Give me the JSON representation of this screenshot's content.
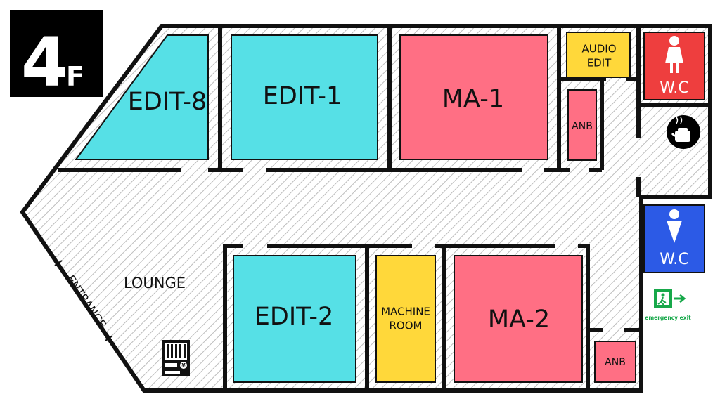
{
  "floor": {
    "number": "4",
    "suffix": "F"
  },
  "rooms": {
    "edit8": "EDIT-8",
    "edit1": "EDIT-1",
    "ma1": "MA-1",
    "audio_edit_line1": "AUDIO",
    "audio_edit_line2": "EDIT",
    "anb_top": "ANB",
    "edit2": "EDIT-2",
    "machine_room_line1": "MACHINE",
    "machine_room_line2": "ROOM",
    "ma2": "MA-2",
    "anb_bottom": "ANB",
    "lounge": "LOUNGE",
    "entrance": "ENTRANCE"
  },
  "restrooms": {
    "women": "W.C",
    "men": "W.C"
  },
  "signs": {
    "emergency_exit": "emergency exit"
  },
  "icons": [
    "kettle-icon",
    "vending-machine-icon",
    "emergency-exit-icon",
    "female-restroom-icon",
    "male-restroom-icon"
  ],
  "colors": {
    "edit": "#56e0e6",
    "ma": "#ff6f84",
    "yellow": "#ffd83a",
    "wc_women": "#ee3e3e",
    "wc_men": "#2c5ae6",
    "exit_green": "#17a84a",
    "wall": "#111111"
  }
}
